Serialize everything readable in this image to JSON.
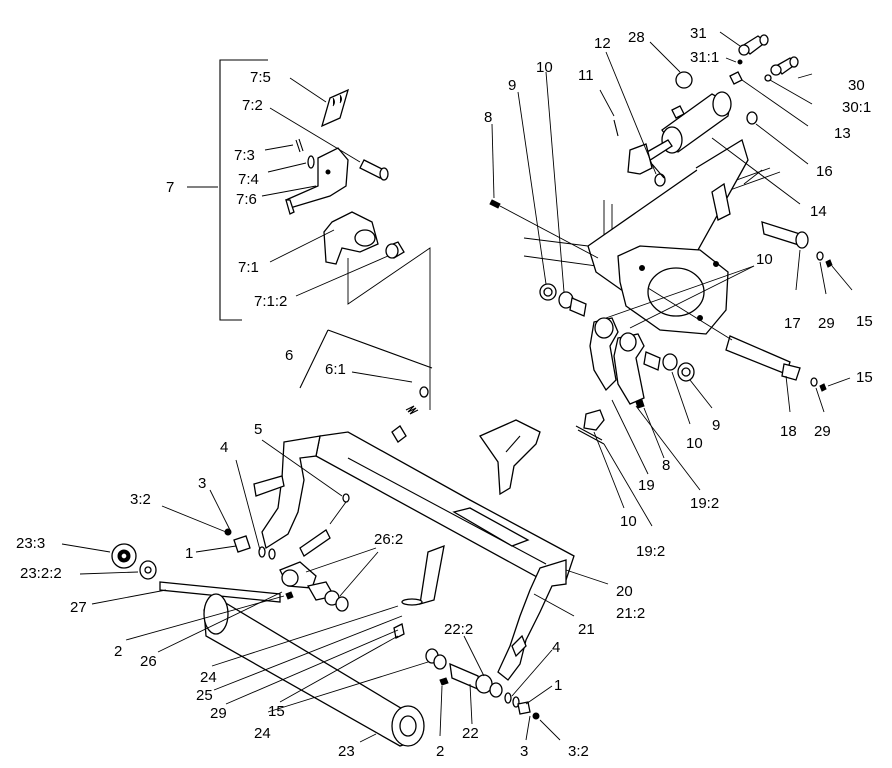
{
  "diagram": {
    "callouts": [
      {
        "id": "c7_5",
        "text": "7:5"
      },
      {
        "id": "c7_2",
        "text": "7:2"
      },
      {
        "id": "c7_3",
        "text": "7:3"
      },
      {
        "id": "c7_4",
        "text": "7:4"
      },
      {
        "id": "c7_6",
        "text": "7:6"
      },
      {
        "id": "c7",
        "text": "7"
      },
      {
        "id": "c7_1",
        "text": "7:1"
      },
      {
        "id": "c7_1_2",
        "text": "7:1:2"
      },
      {
        "id": "c6",
        "text": "6"
      },
      {
        "id": "c6_1",
        "text": "6:1"
      },
      {
        "id": "c5",
        "text": "5"
      },
      {
        "id": "c4a",
        "text": "4"
      },
      {
        "id": "c3a",
        "text": "3"
      },
      {
        "id": "c3_2a",
        "text": "3:2"
      },
      {
        "id": "c1a",
        "text": "1"
      },
      {
        "id": "c23_3",
        "text": "23:3"
      },
      {
        "id": "c23_2_2",
        "text": "23:2:2"
      },
      {
        "id": "c27",
        "text": "27"
      },
      {
        "id": "c2a",
        "text": "2"
      },
      {
        "id": "c26",
        "text": "26"
      },
      {
        "id": "c26_2",
        "text": "26:2"
      },
      {
        "id": "c24a",
        "text": "24"
      },
      {
        "id": "c25",
        "text": "25"
      },
      {
        "id": "c29a",
        "text": "29"
      },
      {
        "id": "c15a",
        "text": "15"
      },
      {
        "id": "c24b",
        "text": "24"
      },
      {
        "id": "c23",
        "text": "23"
      },
      {
        "id": "c2b",
        "text": "2"
      },
      {
        "id": "c22",
        "text": "22"
      },
      {
        "id": "c22_2",
        "text": "22:2"
      },
      {
        "id": "c3b",
        "text": "3"
      },
      {
        "id": "c3_2b",
        "text": "3:2"
      },
      {
        "id": "c1b",
        "text": "1"
      },
      {
        "id": "c4b",
        "text": "4"
      },
      {
        "id": "c21",
        "text": "21"
      },
      {
        "id": "c20",
        "text": "20"
      },
      {
        "id": "c21_2",
        "text": "21:2"
      },
      {
        "id": "c19_2a",
        "text": "19:2"
      },
      {
        "id": "c10a",
        "text": "10"
      },
      {
        "id": "c19",
        "text": "19"
      },
      {
        "id": "c8a",
        "text": "8"
      },
      {
        "id": "c19_2b",
        "text": "19:2"
      },
      {
        "id": "c10b",
        "text": "10"
      },
      {
        "id": "c9a",
        "text": "9"
      },
      {
        "id": "c18",
        "text": "18"
      },
      {
        "id": "c29b",
        "text": "29"
      },
      {
        "id": "c15b",
        "text": "15"
      },
      {
        "id": "c17",
        "text": "17"
      },
      {
        "id": "c29c",
        "text": "29"
      },
      {
        "id": "c15c",
        "text": "15"
      },
      {
        "id": "c10c",
        "text": "10"
      },
      {
        "id": "c14",
        "text": "14"
      },
      {
        "id": "c16",
        "text": "16"
      },
      {
        "id": "c13",
        "text": "13"
      },
      {
        "id": "c30_1",
        "text": "30:1"
      },
      {
        "id": "c30",
        "text": "30"
      },
      {
        "id": "c31",
        "text": "31"
      },
      {
        "id": "c31_1",
        "text": "31:1"
      },
      {
        "id": "c28",
        "text": "28"
      },
      {
        "id": "c12",
        "text": "12"
      },
      {
        "id": "c11",
        "text": "11"
      },
      {
        "id": "c10d",
        "text": "10"
      },
      {
        "id": "c9b",
        "text": "9"
      },
      {
        "id": "c8b",
        "text": "8"
      }
    ]
  }
}
